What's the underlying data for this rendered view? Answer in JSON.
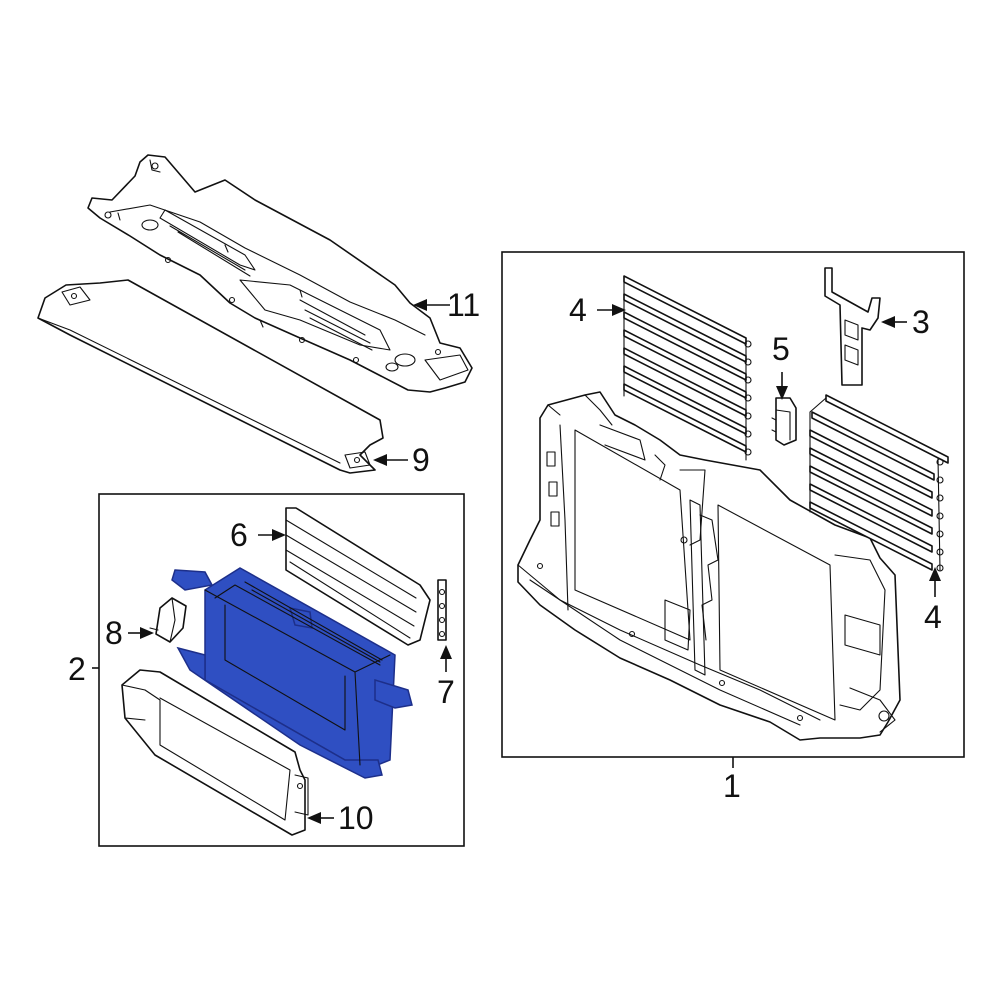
{
  "colors": {
    "line": "#111111",
    "background": "#ffffff",
    "highlight_fill": "#2f4fc2",
    "highlight_dark": "#1d2f8a"
  },
  "callouts": {
    "c1": "1",
    "c2": "2",
    "c3": "3",
    "c4a": "4",
    "c4b": "4",
    "c5": "5",
    "c6": "6",
    "c7": "7",
    "c8": "8",
    "c9": "9",
    "c10": "10",
    "c11": "11"
  }
}
